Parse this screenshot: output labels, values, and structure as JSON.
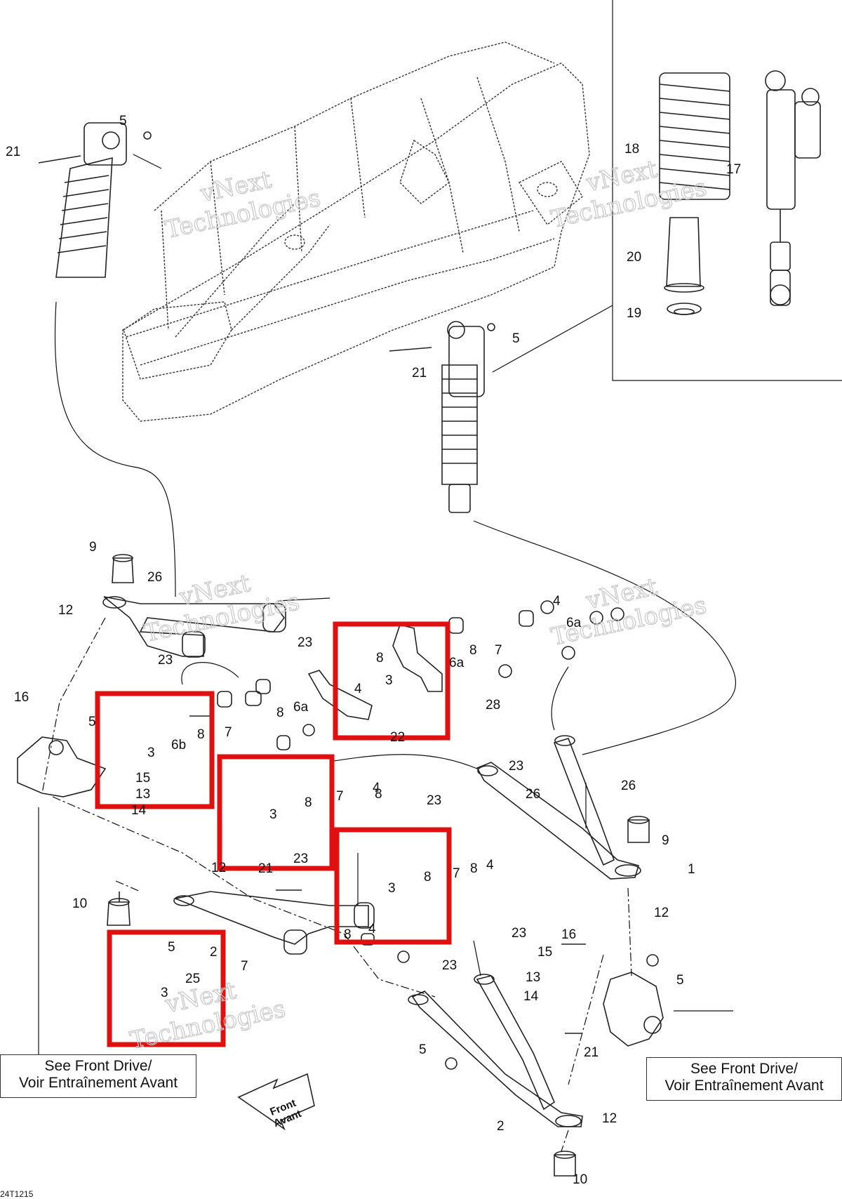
{
  "callouts": [
    {
      "text": "5"
    },
    {
      "text": "21"
    },
    {
      "text": "18"
    },
    {
      "text": "17"
    },
    {
      "text": "20"
    },
    {
      "text": "19"
    },
    {
      "text": "5"
    },
    {
      "text": "21"
    },
    {
      "text": "9"
    },
    {
      "text": "26"
    },
    {
      "text": "12"
    },
    {
      "text": "23"
    },
    {
      "text": "23"
    },
    {
      "text": "4"
    },
    {
      "text": "6a"
    },
    {
      "text": "8"
    },
    {
      "text": "7"
    },
    {
      "text": "8"
    },
    {
      "text": "3"
    },
    {
      "text": "6a"
    },
    {
      "text": "4"
    },
    {
      "text": "28"
    },
    {
      "text": "8"
    },
    {
      "text": "6a"
    },
    {
      "text": "22"
    },
    {
      "text": "16"
    },
    {
      "text": "5"
    },
    {
      "text": "3"
    },
    {
      "text": "6b"
    },
    {
      "text": "8"
    },
    {
      "text": "7"
    },
    {
      "text": "15"
    },
    {
      "text": "13"
    },
    {
      "text": "14"
    },
    {
      "text": "23"
    },
    {
      "text": "26"
    },
    {
      "text": "26"
    },
    {
      "text": "23"
    },
    {
      "text": "3"
    },
    {
      "text": "8"
    },
    {
      "text": "7"
    },
    {
      "text": "8"
    },
    {
      "text": "4"
    },
    {
      "text": "9"
    },
    {
      "text": "1"
    },
    {
      "text": "12"
    },
    {
      "text": "21"
    },
    {
      "text": "23"
    },
    {
      "text": "12"
    },
    {
      "text": "3"
    },
    {
      "text": "8"
    },
    {
      "text": "7"
    },
    {
      "text": "8"
    },
    {
      "text": "4"
    },
    {
      "text": "10"
    },
    {
      "text": "8"
    },
    {
      "text": "4"
    },
    {
      "text": "23"
    },
    {
      "text": "16"
    },
    {
      "text": "5"
    },
    {
      "text": "2"
    },
    {
      "text": "15"
    },
    {
      "text": "5"
    },
    {
      "text": "7"
    },
    {
      "text": "23"
    },
    {
      "text": "13"
    },
    {
      "text": "25"
    },
    {
      "text": "14"
    },
    {
      "text": "3"
    },
    {
      "text": "5"
    },
    {
      "text": "21"
    },
    {
      "text": "2"
    },
    {
      "text": "12"
    },
    {
      "text": "10"
    }
  ],
  "watermarks": [
    {
      "line1": "vNext",
      "line2": "Technologies"
    },
    {
      "line1": "vNext",
      "line2": "Technologies"
    },
    {
      "line1": "vNext",
      "line2": "Technologies"
    },
    {
      "line1": "vNext",
      "line2": "Technologies"
    },
    {
      "line1": "vNext",
      "line2": "Technologies"
    }
  ],
  "notes": {
    "left_line1": "See Front Drive/",
    "left_line2": "Voir Entraînement Avant",
    "right_line1": "See Front Drive/",
    "right_line2": "Voir Entraînement Avant"
  },
  "front_arrow": {
    "line1": "Front",
    "line2": "Avant"
  },
  "figure_code": "24T1215",
  "highlight_color": "#e01010",
  "highlight_boxes": 5
}
